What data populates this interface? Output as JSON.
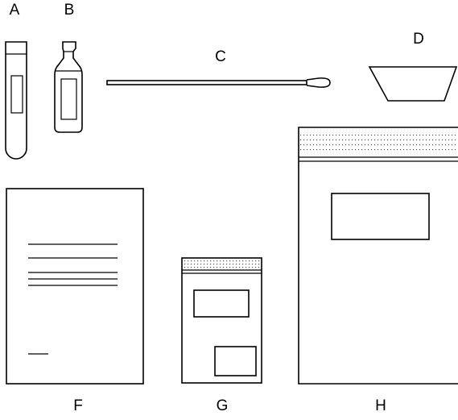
{
  "figure": {
    "items": [
      {
        "id": "A",
        "label": "A",
        "icon": "test-tube-icon"
      },
      {
        "id": "B",
        "label": "B",
        "icon": "ampoule-vial-icon"
      },
      {
        "id": "C",
        "label": "C",
        "icon": "swab-icon"
      },
      {
        "id": "D",
        "label": "D",
        "icon": "collection-cup-icon"
      },
      {
        "id": "F",
        "label": "F",
        "icon": "document-sheet-icon"
      },
      {
        "id": "G",
        "label": "G",
        "icon": "small-zip-bag-icon"
      },
      {
        "id": "H",
        "label": "H",
        "icon": "large-zip-bag-icon"
      }
    ]
  },
  "colors": {
    "stroke": "#000000",
    "background": "#ffffff",
    "perforation": "#555555"
  }
}
